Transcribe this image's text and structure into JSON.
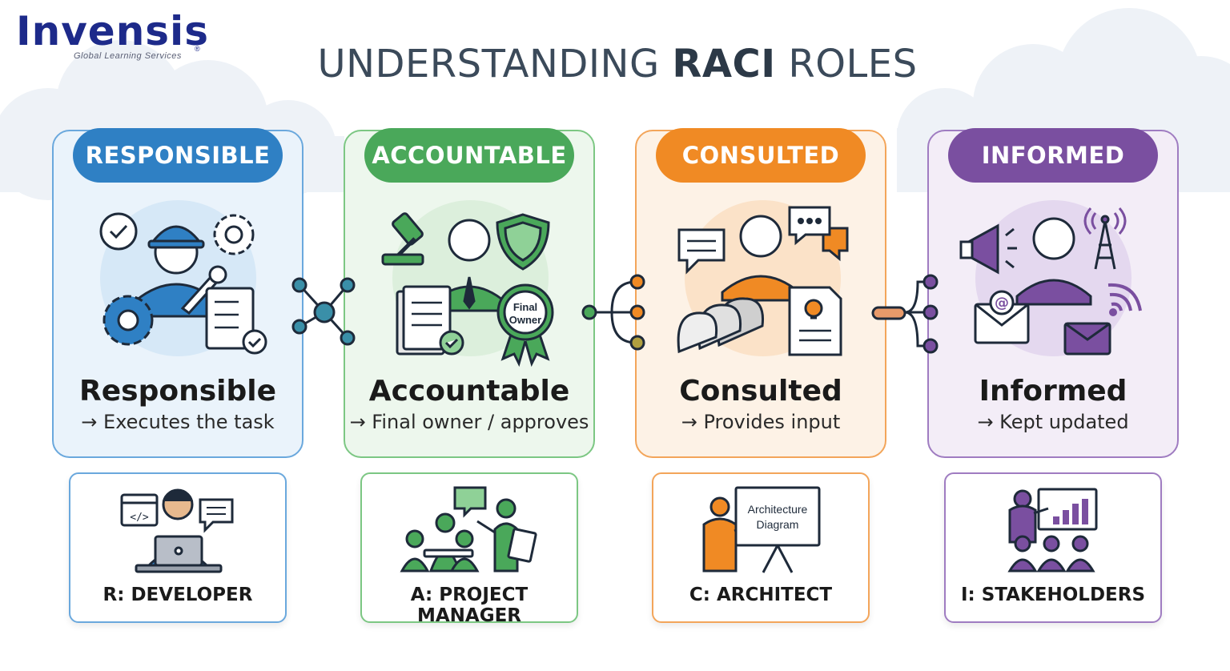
{
  "logo": {
    "name": "Invensis",
    "tagline": "Global Learning Services",
    "registered": "®"
  },
  "title": {
    "prefix": "UNDERSTANDING ",
    "emphasis": "RACI",
    "suffix": " ROLES"
  },
  "roles": [
    {
      "tag": "RESPONSIBLE",
      "title": "Responsible",
      "description": "→ Executes the task",
      "color": "#2f80c4"
    },
    {
      "tag": "ACCOUNTABLE",
      "title": "Accountable",
      "description": "→ Final owner / approves",
      "color": "#4aa85a"
    },
    {
      "tag": "CONSULTED",
      "title": "Consulted",
      "description": "→ Provides input",
      "color": "#f08a24"
    },
    {
      "tag": "INFORMED",
      "title": "Informed",
      "description": "→ Kept updated",
      "color": "#7a4fa0"
    }
  ],
  "badge": {
    "line1": "Final",
    "line2": "Owner"
  },
  "examples": [
    {
      "label": "R: DEVELOPER"
    },
    {
      "label": "A: PROJECT MANAGER"
    },
    {
      "label": "C: ARCHITECT",
      "board_line1": "Architecture",
      "board_line2": "Diagram"
    },
    {
      "label": "I: STAKEHOLDERS"
    }
  ]
}
